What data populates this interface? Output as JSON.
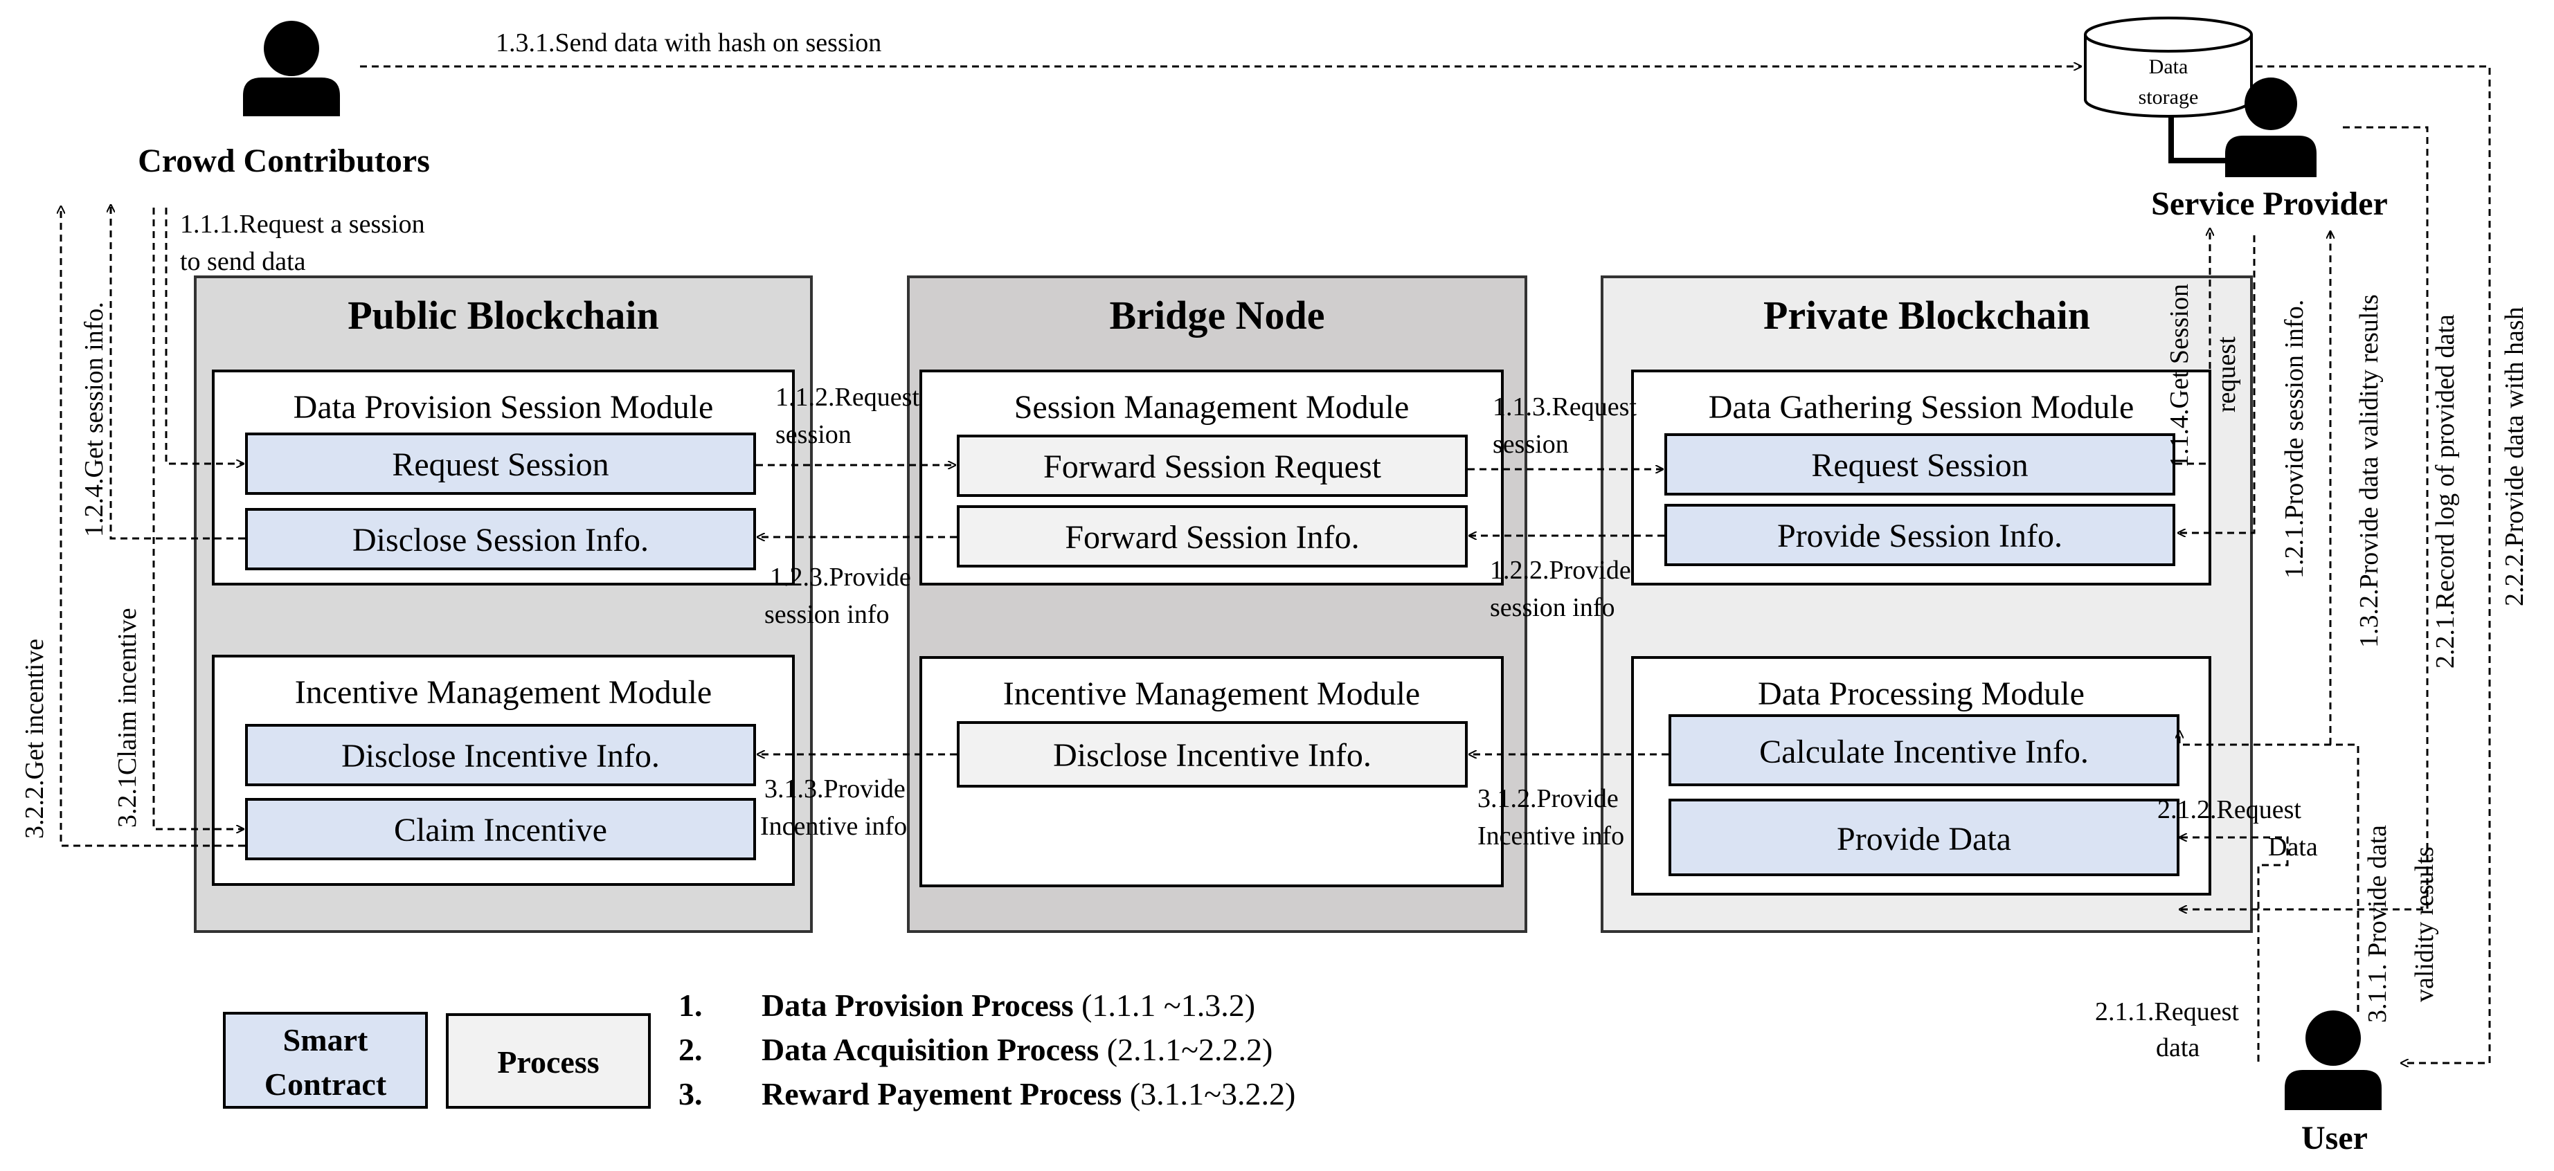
{
  "actors": {
    "crowd": "Crowd Contributors",
    "provider": "Service Provider",
    "user": "User",
    "storage": [
      "Data",
      "storage"
    ]
  },
  "containers": {
    "public": "Public Blockchain",
    "bridge": "Bridge Node",
    "private": "Private Blockchain"
  },
  "modules": {
    "public_session": {
      "title": "Data Provision Session Module",
      "items": [
        "Request Session",
        "Disclose Session Info."
      ]
    },
    "public_incentive": {
      "title": "Incentive Management Module",
      "items": [
        "Disclose Incentive Info.",
        "Claim Incentive"
      ]
    },
    "bridge_session": {
      "title": "Session Management Module",
      "items": [
        "Forward Session Request",
        "Forward Session Info."
      ]
    },
    "bridge_incentive": {
      "title": "Incentive Management Module",
      "items": [
        "Disclose Incentive Info."
      ]
    },
    "private_session": {
      "title": "Data Gathering Session Module",
      "items": [
        "Request Session",
        "Provide Session Info."
      ]
    },
    "private_processing": {
      "title": "Data Processing Module",
      "items": [
        "Calculate Incentive Info.",
        "Provide Data"
      ]
    }
  },
  "labels": {
    "l131": "1.3.1.Send data with hash on session",
    "l111": [
      "1.1.1.Request a session",
      "to send data"
    ],
    "l112": [
      "1.1.2.Request",
      "session"
    ],
    "l113": [
      "1.1.3.Request",
      "session"
    ],
    "l114": [
      "1.1.4.Get Session",
      "request"
    ],
    "l121": "1.2.1.Provide session info.",
    "l122": [
      "1.2.2.Provide",
      "session info"
    ],
    "l123": [
      "1.2.3.Provide",
      "session info"
    ],
    "l124": "1.2.4.Get session info.",
    "l132": "1.3.2.Provide data validity results",
    "l221": "2.2.1.Record log of provided data",
    "l222": "2.2.2.Provide data with hash",
    "l211": [
      "2.1.1.Request",
      "data"
    ],
    "l212": [
      "2.1.2.Request",
      "Data"
    ],
    "l311": [
      "3.1.1. Provide data",
      "validity results"
    ],
    "l312": [
      "3.1.2.Provide",
      "Incentive info"
    ],
    "l313": [
      "3.1.3.Provide",
      "Incentive info"
    ],
    "l321": "3.2.1Claim incentive",
    "l322": "3.2.2.Get incentive"
  },
  "legend": {
    "smart_contract": [
      "Smart",
      "Contract"
    ],
    "process": "Process",
    "processes": [
      {
        "num": "1.",
        "name": "Data Provision Process",
        "range": "(1.1.1 ~1.3.2)"
      },
      {
        "num": "2.",
        "name": "Data Acquisition Process",
        "range": "(2.1.1~2.2.2)"
      },
      {
        "num": "3.",
        "name": "Reward Payement Process",
        "range": "(3.1.1~3.2.2)"
      }
    ]
  },
  "colors": {
    "smart_contract_fill": "#dae3f3",
    "process_fill": "#f2f2f2",
    "public_bg": "#d9d9d9",
    "bridge_bg": "#d0cece",
    "private_bg": "#ededed"
  }
}
